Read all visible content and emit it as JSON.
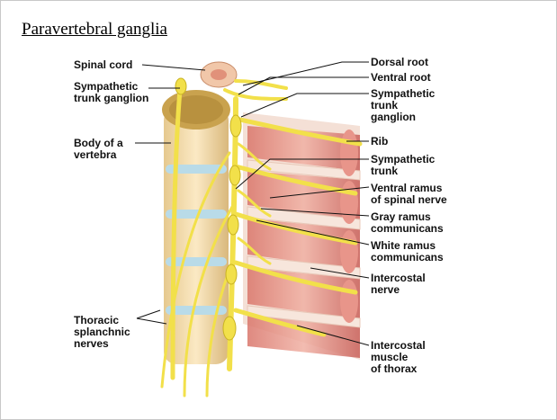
{
  "slide": {
    "title": "Paravertebral ganglia"
  },
  "labels": {
    "spinal_cord": "Spinal cord",
    "sympathetic_trunk_ganglion_left": "Sympathetic\ntrunk ganglion",
    "body_of_vertebra": "Body of a\nvertebra",
    "thoracic_splanchnic_nerves": "Thoracic\nsplanchnic\nnerves",
    "dorsal_root": "Dorsal root",
    "ventral_root": "Ventral root",
    "sympathetic_trunk_ganglion_right": "Sympathetic\ntrunk\nganglion",
    "rib": "Rib",
    "sympathetic_trunk": "Sympathetic\ntrunk",
    "ventral_ramus": "Ventral ramus\nof spinal nerve",
    "gray_ramus": "Gray ramus\ncommunicans",
    "white_ramus": "White ramus\ncommunicans",
    "intercostal_nerve": "Intercostal\nnerve",
    "intercostal_muscle": "Intercostal\nmuscle\nof thorax"
  },
  "colors": {
    "nerve": "#f2e04a",
    "bone": "#f5deb0",
    "disc": "#b9dbe8",
    "muscle": "#e89a8a",
    "rib": "#f3ddd0"
  }
}
